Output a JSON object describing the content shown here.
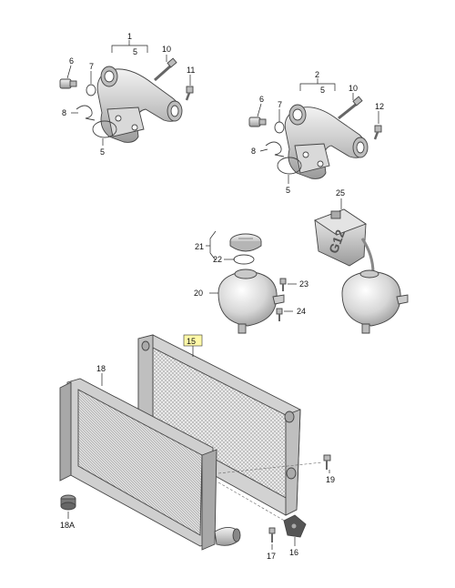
{
  "callouts": {
    "c1": "1",
    "c5a": "5",
    "c6a": "6",
    "c7a": "7",
    "c8a": "8",
    "c5b": "5",
    "c10a": "10",
    "c11": "11",
    "c2": "2",
    "c5c": "5",
    "c6b": "6",
    "c7b": "7",
    "c8b": "8",
    "c5d": "5",
    "c10b": "10",
    "c12": "12",
    "c21": "21",
    "c22": "22",
    "c20": "20",
    "c23": "23",
    "c24": "24",
    "c25": "25",
    "c15": "15",
    "c18": "18",
    "c18a": "18A",
    "c19": "19",
    "c16": "16",
    "c17": "17"
  },
  "reservoir_label": "G12",
  "colors": {
    "highlight": "#fff9a8",
    "line": "#222222",
    "metal": "#cfcfcf"
  }
}
